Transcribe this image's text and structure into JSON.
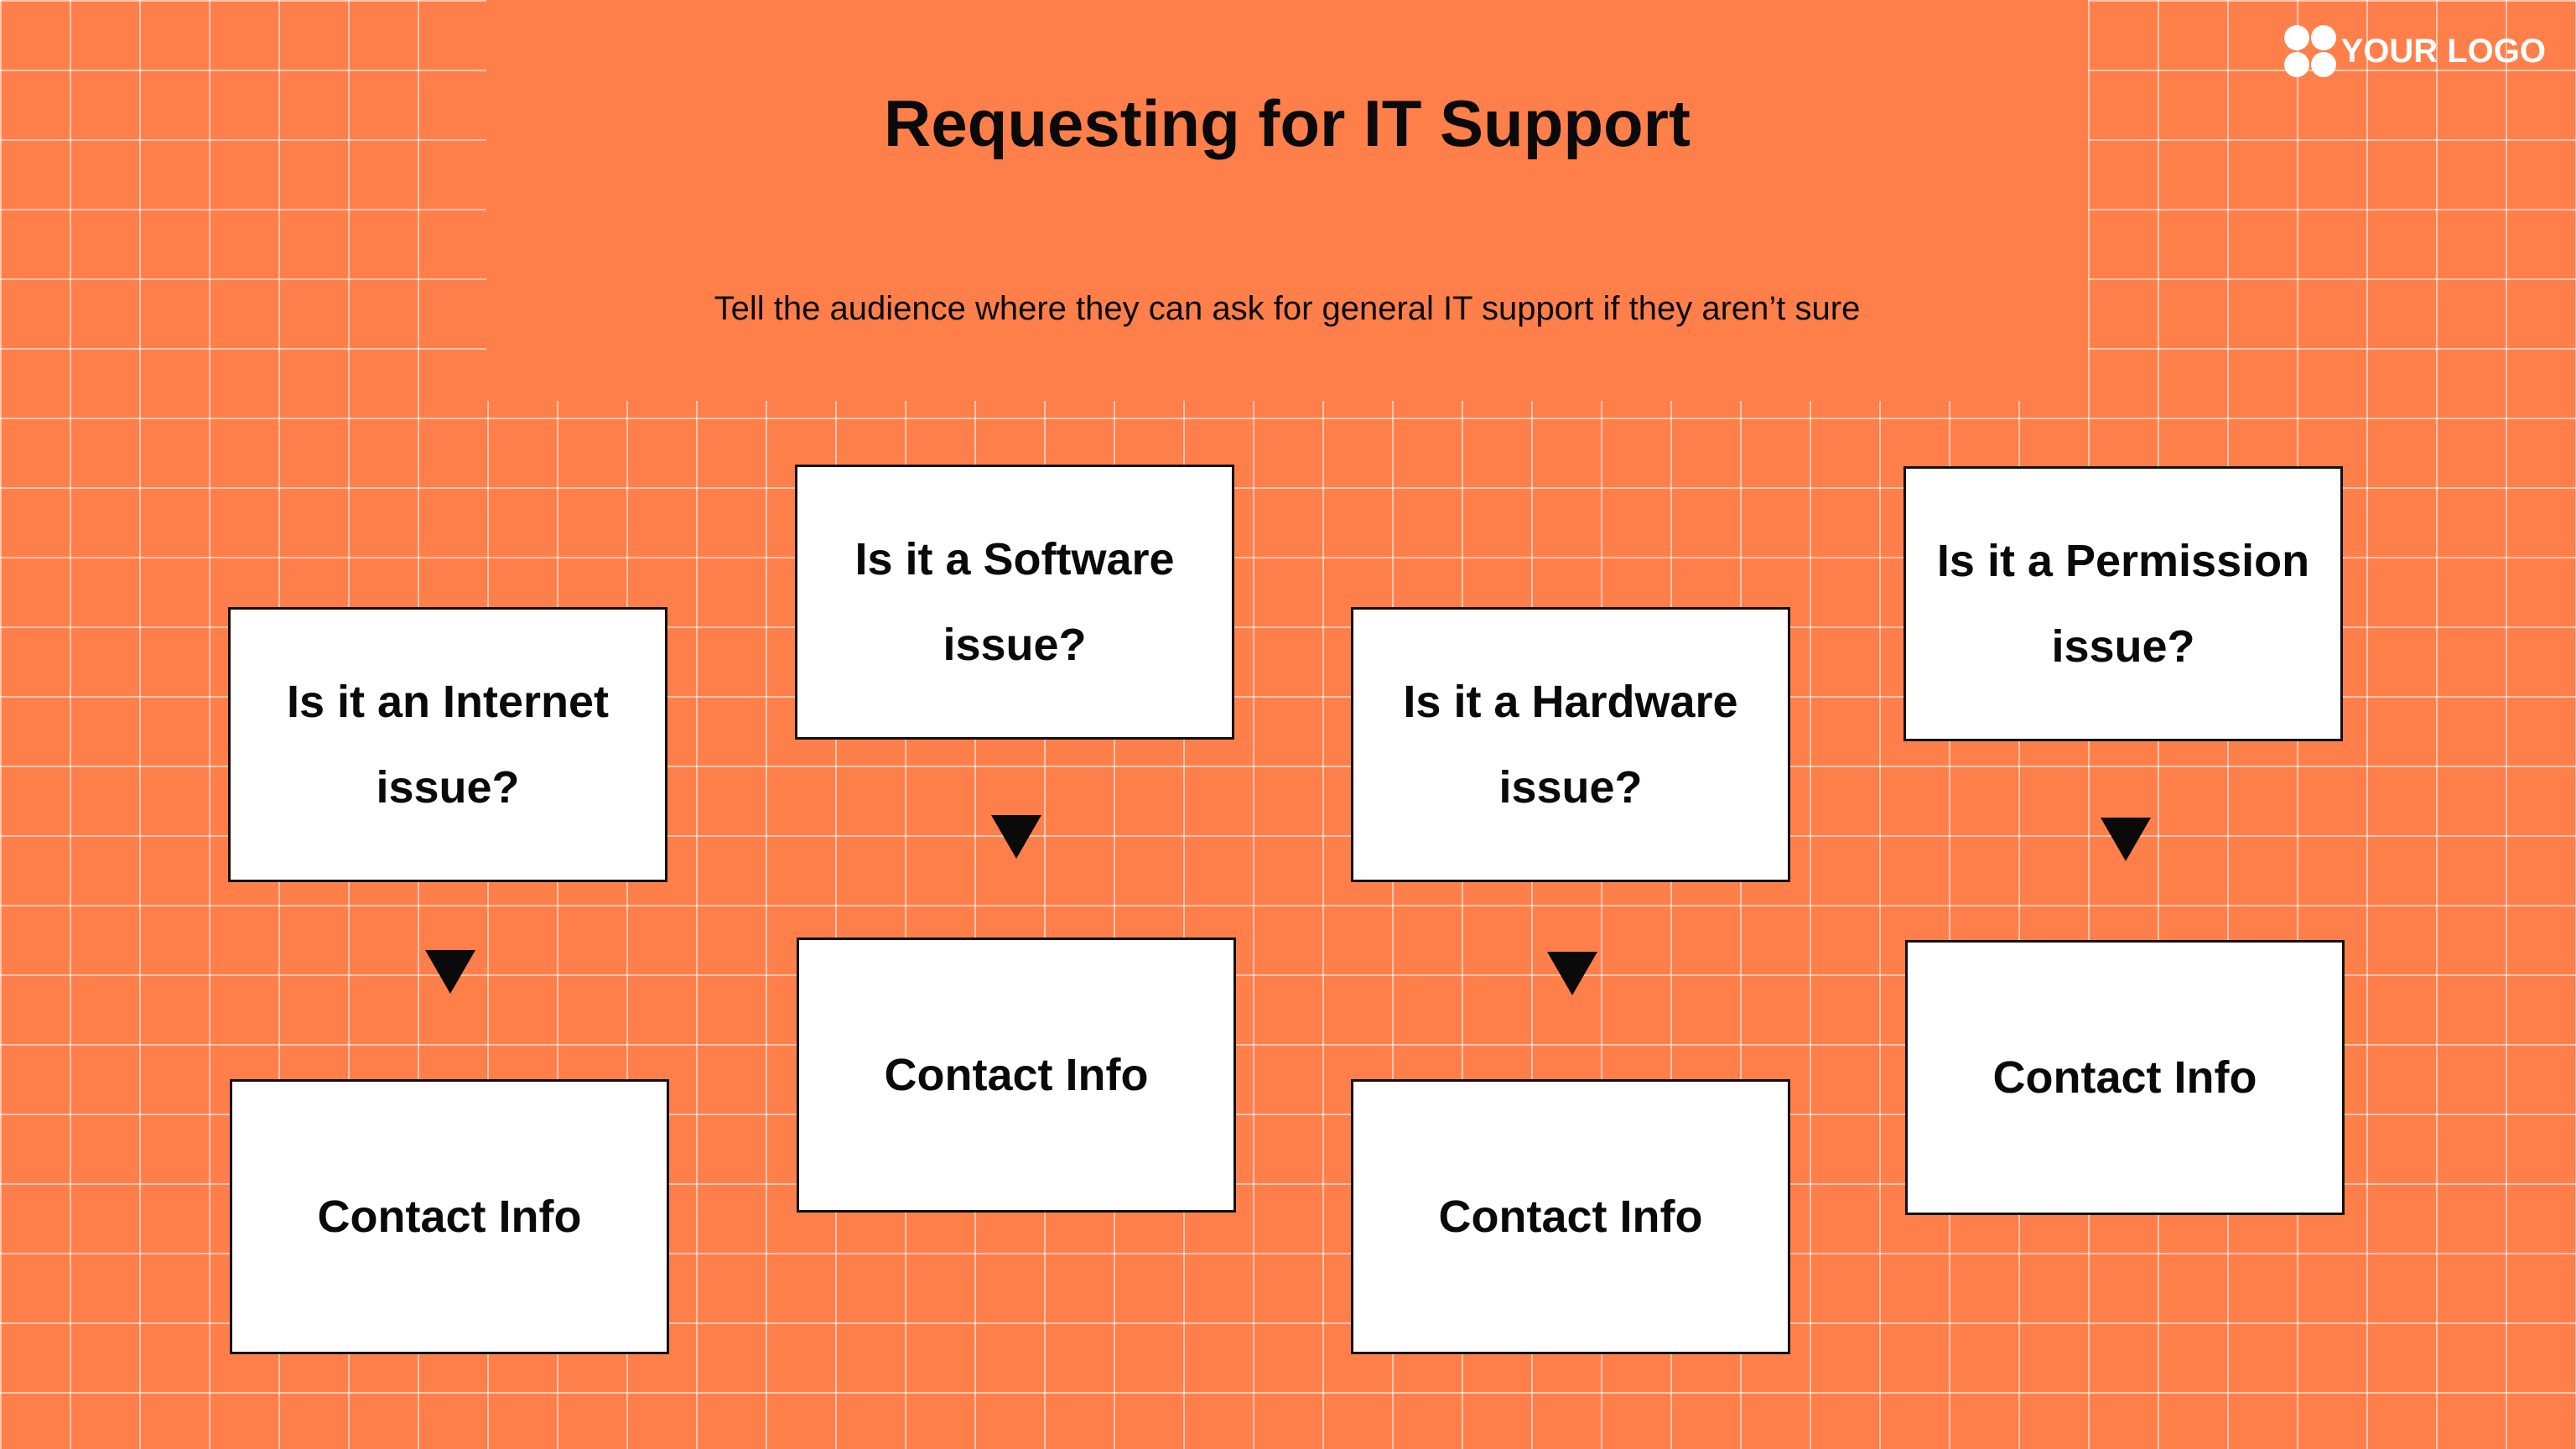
{
  "logo": {
    "text": "YOUR LOGO",
    "icon": "four-circles-logo-icon"
  },
  "header": {
    "title": "Requesting for IT Support",
    "subtitle": "Tell the audience where they can ask for general IT support if they aren’t sure"
  },
  "flows": [
    {
      "question": "Is it an Internet issue?",
      "answer": "Contact Info"
    },
    {
      "question": "Is it a Software issue?",
      "answer": "Contact Info"
    },
    {
      "question": "Is it a Hardware issue?",
      "answer": "Contact Info"
    },
    {
      "question": "Is it a Permission issue?",
      "answer": "Contact Info"
    }
  ],
  "colors": {
    "background": "#FF7F4B",
    "grid_line": "#FFFFFF",
    "box_fill": "#FFFFFF",
    "text": "#0A0A0A"
  }
}
